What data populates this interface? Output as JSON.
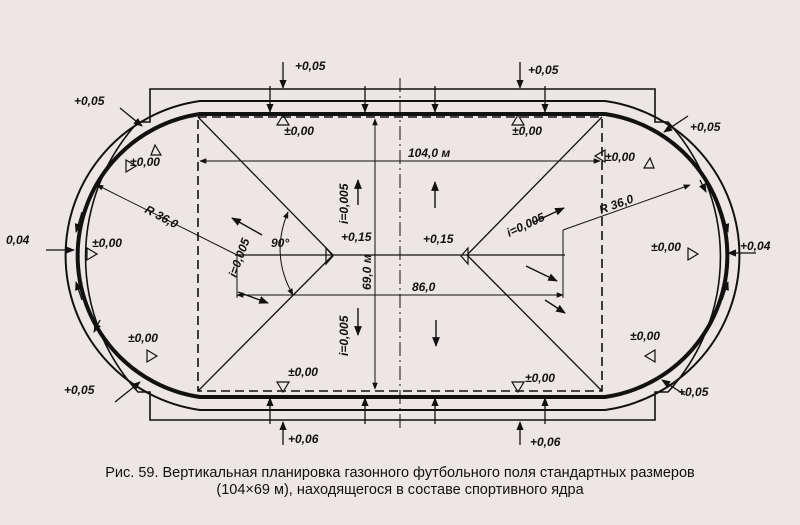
{
  "diagram": {
    "labels": {
      "top_left_005": "+0,05",
      "top_right_005": "+0,05",
      "upper_left_005": "+0,05",
      "upper_right_005": "+0,05",
      "lower_left_005": "+0,05",
      "lower_right_005": "+0,05",
      "left_004": "0,04",
      "right_004": "+0,04",
      "bottom_left_006": "+0,06",
      "bottom_right_006": "+0,06",
      "zero_top_left": "±0,00",
      "zero_top_right": "±0,00",
      "zero_bottom_left": "±0,00",
      "zero_bottom_right": "±0,00",
      "zero_ul_corner": "±0,00",
      "zero_ur_corner": "±0,00",
      "zero_ll_corner": "±0,00",
      "zero_lr_corner": "±0,00",
      "zero_left_mid": "±0,00",
      "zero_right_mid": "±0,00",
      "field_015_left": "+0,15",
      "field_015_right": "+0,15",
      "length_104": "104,0 м",
      "length_86": "86,0",
      "width_69": "69,0 м",
      "radius_left": "R 36,0",
      "radius_right": "R 36,0",
      "angle_90": "90°",
      "slope_i_left": "i=0,005",
      "slope_i_right": "i=0,005",
      "slope_i_top": "i=0,005",
      "slope_i_bottom": "i=0,005"
    }
  },
  "caption": {
    "line1": "Рис. 59. Вертикальная планировка газонного футбольного поля стандартных размеров",
    "line2": "(104×69 м), находящегося в составе спортивного ядра"
  }
}
